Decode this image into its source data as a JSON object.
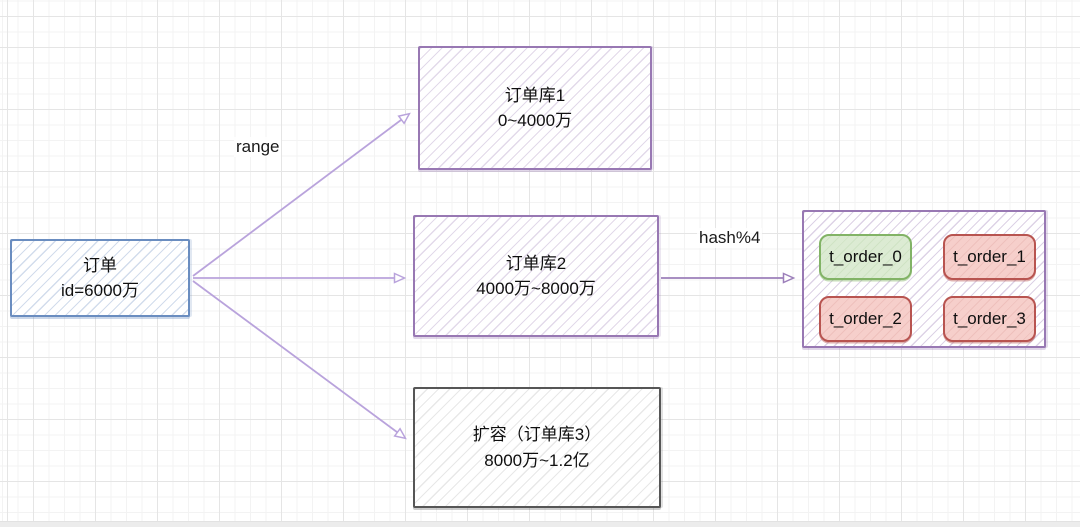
{
  "diagram": {
    "description": "Database sharding routing diagram: order id routed by range to order databases, then by hash to order tables",
    "edge_labels": {
      "range": "range",
      "hash": "hash%4"
    },
    "nodes": {
      "order": {
        "title": "订单",
        "subtitle": "id=6000万"
      },
      "db1": {
        "title": "订单库1",
        "subtitle": "0~4000万"
      },
      "db2": {
        "title": "订单库2",
        "subtitle": "4000万~8000万"
      },
      "db3": {
        "title": "扩容（订单库3）",
        "subtitle": "8000万~1.2亿"
      }
    },
    "tables": [
      {
        "label": "t_order_0",
        "variant": "green"
      },
      {
        "label": "t_order_1",
        "variant": "red"
      },
      {
        "label": "t_order_2",
        "variant": "red"
      },
      {
        "label": "t_order_3",
        "variant": "red"
      }
    ]
  },
  "palette": {
    "order_node_border": "#6a8dc0",
    "db_node_border": "#9878b3",
    "expand_node_border": "#565656",
    "table_green_border": "#82b366",
    "table_green_fill": "#dcebd3",
    "table_red_border": "#b85450",
    "table_red_fill": "#f6cfcb",
    "fan_arrow": "#b9a3dc",
    "hash_arrow": "#9c7fba",
    "grid_major": "#e5e5e5",
    "grid_minor": "#f3f3f3"
  }
}
